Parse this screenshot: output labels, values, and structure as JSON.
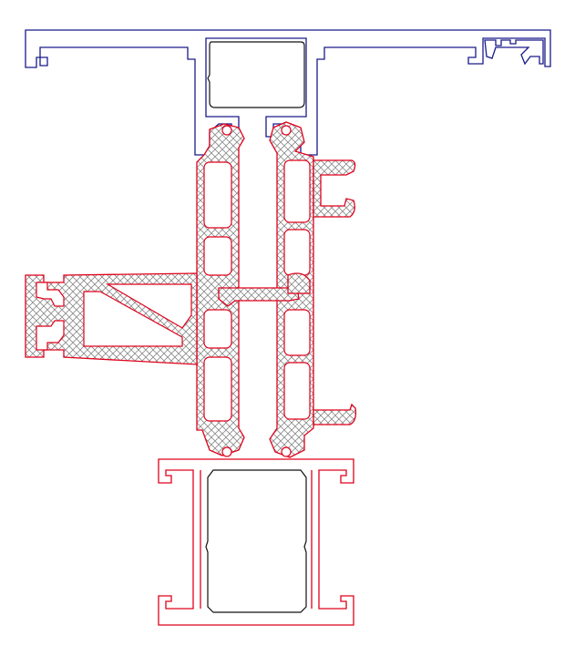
{
  "drawing": {
    "background_color": "#ffffff",
    "colors": {
      "top_profile": "#1a1a8c",
      "section_outline": "#e0001b",
      "hatch": "#8a8a8a",
      "insert": "#111111"
    },
    "elements": [
      {
        "id": "top-cap-profile",
        "kind": "outline",
        "color_key": "top_profile"
      },
      {
        "id": "top-glazing-insert",
        "kind": "outline",
        "color_key": "insert"
      },
      {
        "id": "mullion-core",
        "kind": "hatched-section",
        "color_key": "section_outline"
      },
      {
        "id": "left-transom-arm",
        "kind": "hatched-section",
        "color_key": "section_outline"
      },
      {
        "id": "right-receptor-channel",
        "kind": "hatched-section",
        "color_key": "section_outline"
      },
      {
        "id": "bottom-channel-profile",
        "kind": "outline",
        "color_key": "section_outline"
      },
      {
        "id": "bottom-glazing-insert",
        "kind": "outline",
        "color_key": "insert"
      }
    ]
  }
}
